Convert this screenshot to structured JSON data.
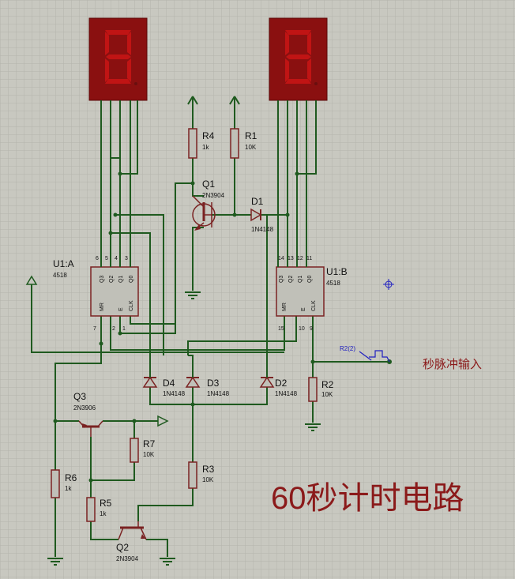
{
  "title": "60秒计时电路",
  "input_label": "秒脉冲输入",
  "generator_label": "R2(2)",
  "ics": [
    {
      "ref": "U1:A",
      "part": "4518",
      "pins_top": [
        "6",
        "5",
        "4",
        "3"
      ],
      "outs": [
        "Q3",
        "Q2",
        "Q1",
        "Q0"
      ],
      "ins": [
        "MR",
        "E",
        "CLK"
      ],
      "pins_bottom": [
        "7",
        "2",
        "1"
      ]
    },
    {
      "ref": "U1:B",
      "part": "4518",
      "pins_top": [
        "14",
        "13",
        "12",
        "11"
      ],
      "outs": [
        "Q3",
        "Q2",
        "Q1",
        "Q0"
      ],
      "ins": [
        "MR",
        "E",
        "CLK"
      ],
      "pins_bottom": [
        "15",
        "10",
        "9"
      ]
    }
  ],
  "transistors": [
    {
      "ref": "Q1",
      "part": "2N3904"
    },
    {
      "ref": "Q2",
      "part": "2N3904"
    },
    {
      "ref": "Q3",
      "part": "2N3906"
    }
  ],
  "resistors": [
    {
      "ref": "R1",
      "value": "10K"
    },
    {
      "ref": "R2",
      "value": "10K"
    },
    {
      "ref": "R3",
      "value": "10K"
    },
    {
      "ref": "R4",
      "value": "1k"
    },
    {
      "ref": "R5",
      "value": "1k"
    },
    {
      "ref": "R6",
      "value": "1k"
    },
    {
      "ref": "R7",
      "value": "10K"
    }
  ],
  "diodes": [
    {
      "ref": "D1",
      "part": "1N4148"
    },
    {
      "ref": "D2",
      "part": "1N4148"
    },
    {
      "ref": "D3",
      "part": "1N4148"
    },
    {
      "ref": "D4",
      "part": "1N4148"
    }
  ],
  "colors": {
    "background": "#c8c8c0",
    "grid": "#b4b4ac",
    "wire": "#1f5a1f",
    "component": "#7a2222",
    "display_body": "#8a1010",
    "segment_on": "#c01414",
    "title": "#8b1a1a",
    "input_label": "#8b1a1a",
    "generator": "#2020c0"
  }
}
